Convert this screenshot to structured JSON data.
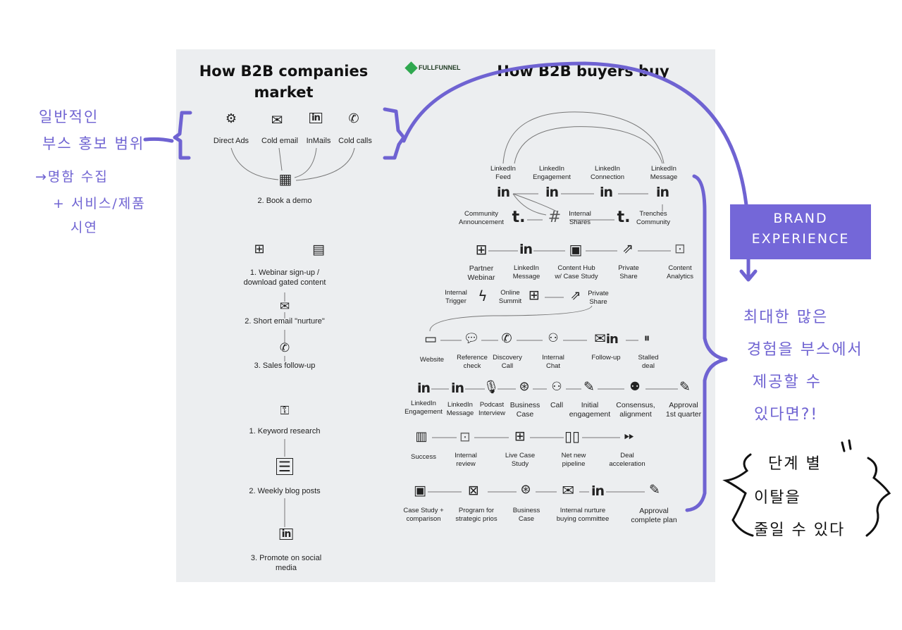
{
  "brand_logo": "FULLFUNNEL",
  "left": {
    "title": "How B2B companies\nmarket",
    "channels": [
      {
        "label": "Direct Ads",
        "icon": "ad-icon"
      },
      {
        "label": "Cold email",
        "icon": "envelope-icon"
      },
      {
        "label": "InMails",
        "icon": "linkedin-icon"
      },
      {
        "label": "Cold calls",
        "icon": "phone-icon"
      }
    ],
    "book_demo": "2. Book a demo",
    "webinar": "1. Webinar sign-up /\ndownload gated content",
    "short_email": "2. Short email \"nurture\"",
    "sales_follow": "3. Sales follow-up",
    "keyword": "1. Keyword research",
    "blog": "2. Weekly blog posts",
    "social": "3. Promote on social\nmedia"
  },
  "right": {
    "title": "How B2B buyers buy",
    "row1": [
      "LinkedIn\nFeed",
      "LinkedIn\nEngagement",
      "LinkedIn\nConnection",
      "LinkedIn\nMessage"
    ],
    "row2": [
      "Community\nAnnouncement",
      "Internal\nShares",
      "Trenches\nCommunity"
    ],
    "row3": [
      "Partner\nWebinar",
      "LinkedIn\nMessage",
      "Content Hub\nw/ Case Study",
      "Private\nShare",
      "Content\nAnalytics"
    ],
    "row4": [
      "Internal\nTrigger",
      "Online\nSummit",
      "Private\nShare"
    ],
    "row5": [
      "Website",
      "Reference\ncheck",
      "Discovery\nCall",
      "Internal\nChat",
      "Follow-up",
      "Stalled\ndeal"
    ],
    "row6": [
      "LinkedIn\nEngagement",
      "LinkedIn\nMessage",
      "Podcast\nInterview",
      "Business\nCase",
      "Call",
      "Initial\nengagement",
      "Consensus,\nalignment",
      "Approval\n1st quarter"
    ],
    "row7": [
      "Success",
      "Internal\nreview",
      "Live Case\nStudy",
      "Net new\npipeline",
      "Deal\nacceleration"
    ],
    "row8": [
      "Case Study +\ncomparison",
      "Program for\nstrategic prios",
      "Business\nCase",
      "Internal nurture\nbuying committee",
      "Approval\ncomplete plan"
    ]
  },
  "annotations": {
    "left_note": [
      "일반적인",
      "부스 홍보 범위",
      "→명함 수집",
      "+ 서비스/제품",
      "시연"
    ],
    "brand_box": [
      "BRAND",
      "EXPERIENCE"
    ],
    "right_note": [
      "최대한 많은",
      "경험을 부스에서",
      "제공할 수",
      "있다면?!"
    ],
    "bottom_note": [
      "단계 별",
      "이탈을",
      "줄일 수 있다"
    ]
  },
  "colors": {
    "accent": "#6f63d2",
    "board": "#eceef0",
    "logo_green": "#2fa84f"
  }
}
